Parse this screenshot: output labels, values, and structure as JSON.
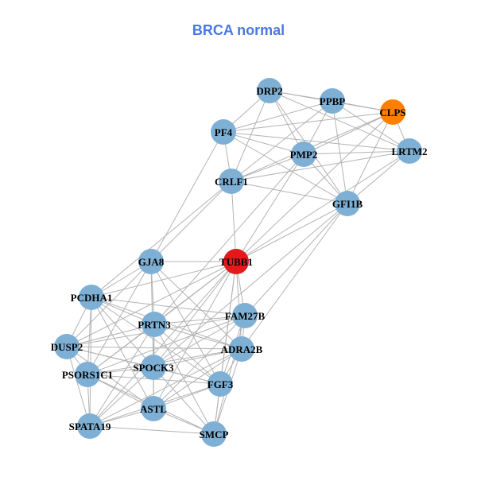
{
  "title": "BRCA normal",
  "colors": {
    "title": "#4a78e0",
    "default_node": "#7eb0d5",
    "hub_node": "#e3191c",
    "highlight_node": "#ff7f00",
    "edge": "#b3b3b3"
  },
  "nodes": [
    {
      "id": "DRP2",
      "label": "DRP2",
      "type": "default"
    },
    {
      "id": "PPBP",
      "label": "PPBP",
      "type": "default"
    },
    {
      "id": "CLPS",
      "label": "CLPS",
      "type": "highlight"
    },
    {
      "id": "PF4",
      "label": "PF4",
      "type": "default"
    },
    {
      "id": "PMP2",
      "label": "PMP2",
      "type": "default"
    },
    {
      "id": "LRTM2",
      "label": "LRTM2",
      "type": "default"
    },
    {
      "id": "CRLF1",
      "label": "CRLF1",
      "type": "default"
    },
    {
      "id": "GFI1B",
      "label": "GFI1B",
      "type": "default"
    },
    {
      "id": "GJA8",
      "label": "GJA8",
      "type": "default"
    },
    {
      "id": "TUBB1",
      "label": "TUBB1",
      "type": "hub"
    },
    {
      "id": "PCDHA1",
      "label": "PCDHA1",
      "type": "default"
    },
    {
      "id": "FAM27B",
      "label": "FAM27B",
      "type": "default"
    },
    {
      "id": "PRTN3",
      "label": "PRTN3",
      "type": "default"
    },
    {
      "id": "DUSP2",
      "label": "DUSP2",
      "type": "default"
    },
    {
      "id": "ADRA2B",
      "label": "ADRA2B",
      "type": "default"
    },
    {
      "id": "SPOCK3",
      "label": "SPOCK3",
      "type": "default"
    },
    {
      "id": "PSORS1C1",
      "label": "PSORS1C1",
      "type": "default"
    },
    {
      "id": "FGF3",
      "label": "FGF3",
      "type": "default"
    },
    {
      "id": "ASTL",
      "label": "ASTL",
      "type": "default"
    },
    {
      "id": "SPATA19",
      "label": "SPATA19",
      "type": "default"
    },
    {
      "id": "SMCP",
      "label": "SMCP",
      "type": "default"
    }
  ],
  "edges": [
    [
      "DRP2",
      "PPBP"
    ],
    [
      "DRP2",
      "CLPS"
    ],
    [
      "DRP2",
      "PF4"
    ],
    [
      "DRP2",
      "PMP2"
    ],
    [
      "DRP2",
      "CRLF1"
    ],
    [
      "DRP2",
      "GFI1B"
    ],
    [
      "DRP2",
      "LRTM2"
    ],
    [
      "PPBP",
      "CLPS"
    ],
    [
      "PPBP",
      "PF4"
    ],
    [
      "PPBP",
      "PMP2"
    ],
    [
      "PPBP",
      "CRLF1"
    ],
    [
      "PPBP",
      "GFI1B"
    ],
    [
      "PPBP",
      "LRTM2"
    ],
    [
      "CLPS",
      "PF4"
    ],
    [
      "CLPS",
      "PMP2"
    ],
    [
      "CLPS",
      "LRTM2"
    ],
    [
      "CLPS",
      "GFI1B"
    ],
    [
      "CLPS",
      "CRLF1"
    ],
    [
      "CLPS",
      "TUBB1"
    ],
    [
      "PF4",
      "PMP2"
    ],
    [
      "PF4",
      "CRLF1"
    ],
    [
      "PF4",
      "LRTM2"
    ],
    [
      "PF4",
      "GFI1B"
    ],
    [
      "PF4",
      "GJA8"
    ],
    [
      "PMP2",
      "LRTM2"
    ],
    [
      "PMP2",
      "CRLF1"
    ],
    [
      "PMP2",
      "GFI1B"
    ],
    [
      "PMP2",
      "TUBB1"
    ],
    [
      "PMP2",
      "PRTN3"
    ],
    [
      "LRTM2",
      "CRLF1"
    ],
    [
      "LRTM2",
      "GFI1B"
    ],
    [
      "LRTM2",
      "TUBB1"
    ],
    [
      "CRLF1",
      "GFI1B"
    ],
    [
      "CRLF1",
      "TUBB1"
    ],
    [
      "CRLF1",
      "GJA8"
    ],
    [
      "CRLF1",
      "PCDHA1"
    ],
    [
      "GFI1B",
      "TUBB1"
    ],
    [
      "GFI1B",
      "FAM27B"
    ],
    [
      "GFI1B",
      "ADRA2B"
    ],
    [
      "GFI1B",
      "SPOCK3"
    ],
    [
      "GJA8",
      "TUBB1"
    ],
    [
      "GJA8",
      "PCDHA1"
    ],
    [
      "GJA8",
      "PRTN3"
    ],
    [
      "GJA8",
      "DUSP2"
    ],
    [
      "GJA8",
      "SPOCK3"
    ],
    [
      "GJA8",
      "FGF3"
    ],
    [
      "GJA8",
      "ADRA2B"
    ],
    [
      "GJA8",
      "PSORS1C1"
    ],
    [
      "TUBB1",
      "PCDHA1"
    ],
    [
      "TUBB1",
      "FAM27B"
    ],
    [
      "TUBB1",
      "PRTN3"
    ],
    [
      "TUBB1",
      "ADRA2B"
    ],
    [
      "TUBB1",
      "SPOCK3"
    ],
    [
      "TUBB1",
      "FGF3"
    ],
    [
      "TUBB1",
      "ASTL"
    ],
    [
      "TUBB1",
      "SPATA19"
    ],
    [
      "TUBB1",
      "DUSP2"
    ],
    [
      "TUBB1",
      "PSORS1C1"
    ],
    [
      "TUBB1",
      "SMCP"
    ],
    [
      "PCDHA1",
      "FAM27B"
    ],
    [
      "PCDHA1",
      "PRTN3"
    ],
    [
      "PCDHA1",
      "DUSP2"
    ],
    [
      "PCDHA1",
      "ADRA2B"
    ],
    [
      "PCDHA1",
      "SPOCK3"
    ],
    [
      "PCDHA1",
      "PSORS1C1"
    ],
    [
      "PCDHA1",
      "FGF3"
    ],
    [
      "PCDHA1",
      "ASTL"
    ],
    [
      "PCDHA1",
      "SPATA19"
    ],
    [
      "FAM27B",
      "PRTN3"
    ],
    [
      "FAM27B",
      "DUSP2"
    ],
    [
      "FAM27B",
      "ADRA2B"
    ],
    [
      "FAM27B",
      "SPOCK3"
    ],
    [
      "FAM27B",
      "FGF3"
    ],
    [
      "FAM27B",
      "ASTL"
    ],
    [
      "FAM27B",
      "PSORS1C1"
    ],
    [
      "FAM27B",
      "SMCP"
    ],
    [
      "PRTN3",
      "DUSP2"
    ],
    [
      "PRTN3",
      "ADRA2B"
    ],
    [
      "PRTN3",
      "SPOCK3"
    ],
    [
      "PRTN3",
      "PSORS1C1"
    ],
    [
      "PRTN3",
      "FGF3"
    ],
    [
      "PRTN3",
      "ASTL"
    ],
    [
      "PRTN3",
      "SPATA19"
    ],
    [
      "PRTN3",
      "SMCP"
    ],
    [
      "DUSP2",
      "ADRA2B"
    ],
    [
      "DUSP2",
      "SPOCK3"
    ],
    [
      "DUSP2",
      "PSORS1C1"
    ],
    [
      "DUSP2",
      "ASTL"
    ],
    [
      "DUSP2",
      "SPATA19"
    ],
    [
      "DUSP2",
      "FGF3"
    ],
    [
      "ADRA2B",
      "SPOCK3"
    ],
    [
      "ADRA2B",
      "PSORS1C1"
    ],
    [
      "ADRA2B",
      "FGF3"
    ],
    [
      "ADRA2B",
      "ASTL"
    ],
    [
      "ADRA2B",
      "SPATA19"
    ],
    [
      "ADRA2B",
      "SMCP"
    ],
    [
      "SPOCK3",
      "PSORS1C1"
    ],
    [
      "SPOCK3",
      "FGF3"
    ],
    [
      "SPOCK3",
      "ASTL"
    ],
    [
      "SPOCK3",
      "SPATA19"
    ],
    [
      "SPOCK3",
      "SMCP"
    ],
    [
      "PSORS1C1",
      "FGF3"
    ],
    [
      "PSORS1C1",
      "ASTL"
    ],
    [
      "PSORS1C1",
      "SPATA19"
    ],
    [
      "PSORS1C1",
      "SMCP"
    ],
    [
      "FGF3",
      "ASTL"
    ],
    [
      "FGF3",
      "SPATA19"
    ],
    [
      "FGF3",
      "SMCP"
    ],
    [
      "ASTL",
      "SPATA19"
    ],
    [
      "ASTL",
      "SMCP"
    ],
    [
      "SPATA19",
      "SMCP"
    ]
  ]
}
